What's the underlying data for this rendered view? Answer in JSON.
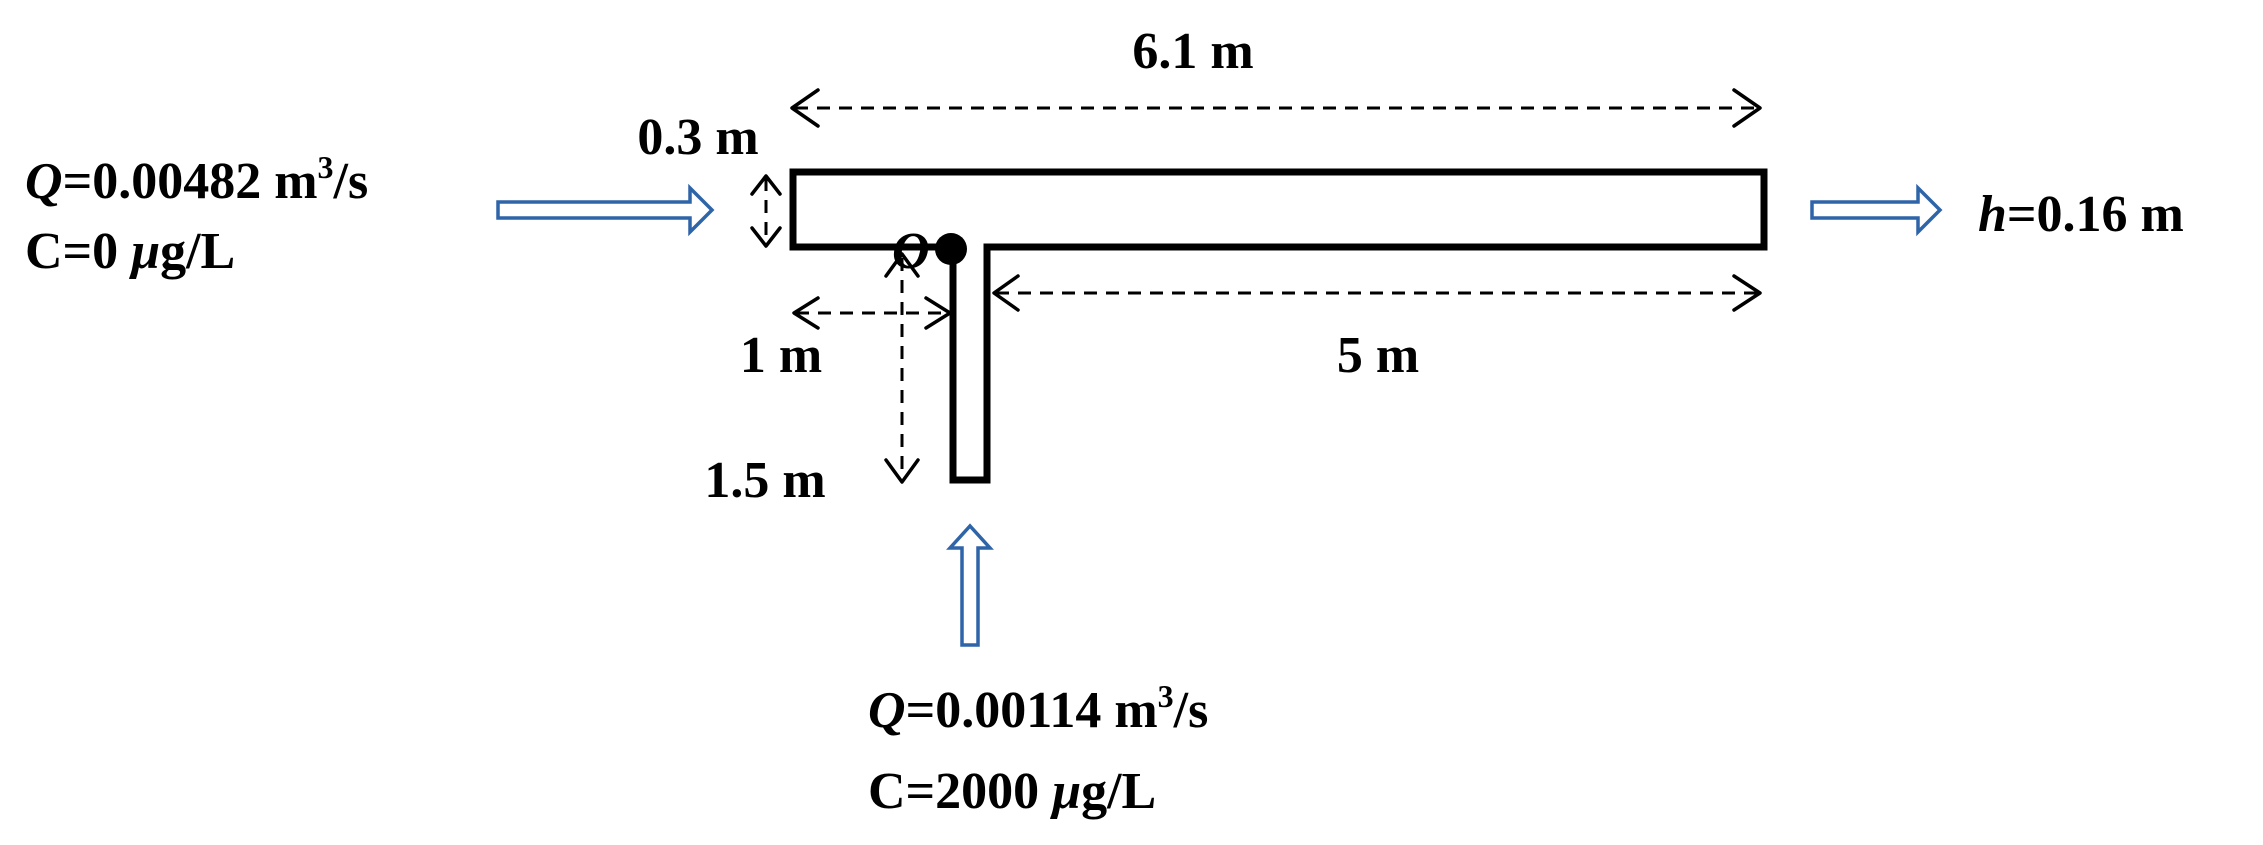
{
  "inlet_main": {
    "q_symbol": "Q",
    "q_value": "=0.00482 m",
    "q_exp": "3",
    "q_unit": "/s",
    "c_prefix": "C=0 ",
    "c_mu": "μ",
    "c_unit": "g/L"
  },
  "inlet_branch": {
    "q_symbol": "Q",
    "q_value": "=0.00114 m",
    "q_exp": "3",
    "q_unit": "/s",
    "c_prefix": "C=2000 ",
    "c_mu": "μ",
    "c_unit": "g/L"
  },
  "outlet": {
    "h_symbol": "h",
    "h_value": "=0.16 m"
  },
  "dimensions": {
    "total_length": "6.1 m",
    "width": "0.3 m",
    "upstream_length": "1 m",
    "downstream_length": "5 m",
    "branch_length": "1.5 m"
  },
  "origin_label": "O",
  "colors": {
    "flow_arrow": "#2e64a8",
    "outline": "#000000"
  }
}
